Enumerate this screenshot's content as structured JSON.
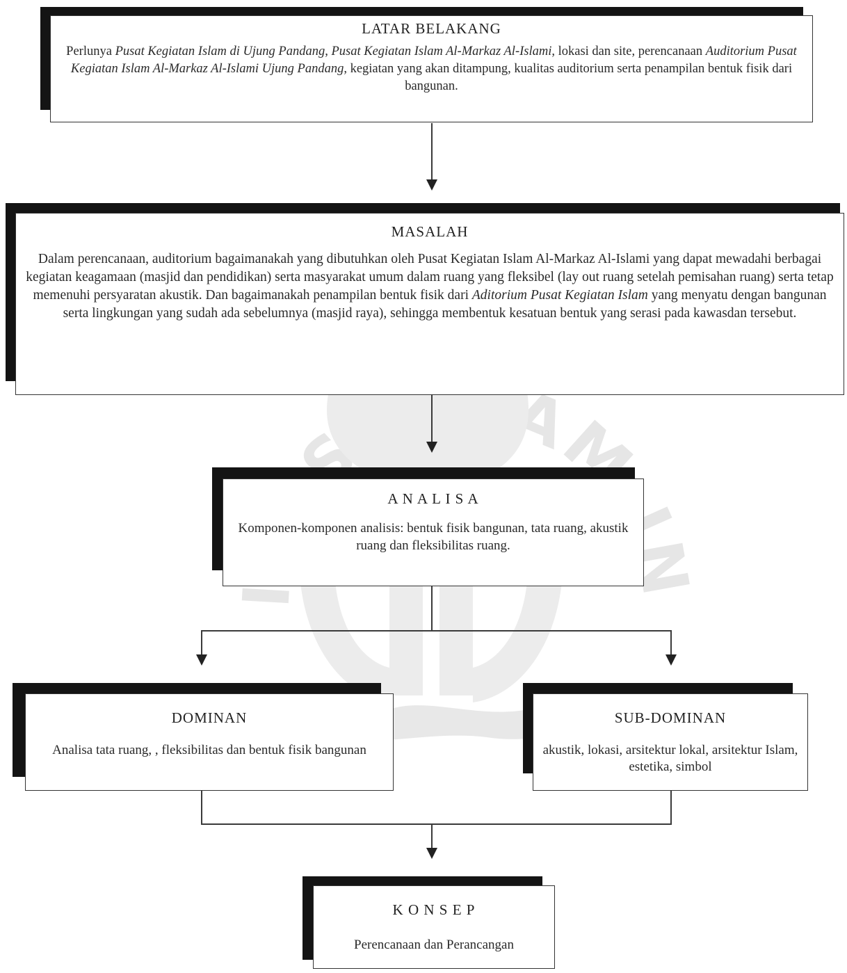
{
  "latar_belakang": {
    "title": "LATAR BELAKANG",
    "text_a": "Perlunya ",
    "text_b": "Pusat Kegiatan Islam di Ujung Pandang",
    "text_c": ", ",
    "text_d": "Pusat Kegiatan Islam Al-Markaz Al-Islami",
    "text_e": ", lokasi dan site, perencanaan ",
    "text_f": "Auditorium Pusat Kegiatan Islam Al-Markaz Al-Islami Ujung Pandang",
    "text_g": ", kegiatan yang akan ditampung, kualitas auditorium serta penampilan bentuk fisik dari bangunan."
  },
  "masalah": {
    "title": "MASALAH",
    "text_a": "Dalam perencanaan, auditorium bagaimanakah yang dibutuhkan oleh Pusat Kegiatan Islam Al-Markaz Al-Islami yang dapat mewadahi berbagai kegiatan keagamaan (masjid dan pendidikan) serta masyarakat umum dalam ruang yang fleksibel (lay out ruang setelah pemisahan ruang) serta tetap memenuhi persyaratan akustik. Dan bagaimanakah penampilan bentuk fisik dari ",
    "text_b": "Aditorium Pusat Kegiatan Islam",
    "text_c": " yang menyatu dengan bangunan serta lingkungan yang sudah ada sebelumnya (masjid raya), sehingga membentuk kesatuan bentuk yang serasi pada kawasdan tersebut."
  },
  "analisa": {
    "title": "A N A L I S A",
    "text": "Komponen-komponen analisis: bentuk fisik bangunan, tata ruang, akustik ruang dan fleksibilitas ruang."
  },
  "dominan": {
    "title": "DOMINAN",
    "text": "Analisa tata ruang, , fleksibilitas dan bentuk fisik bangunan"
  },
  "sub_dominan": {
    "title": "SUB-DOMINAN",
    "text": "akustik, lokasi, arsitektur lokal, arsitektur Islam, estetika, simbol"
  },
  "konsep": {
    "title": "K O N S E P",
    "text": "Perencanaan dan Perancangan"
  },
  "watermark": {
    "arc_text": "UNIVERSITAS ISLAM INDONESIA"
  },
  "colors": {
    "shadow": "#141414",
    "line": "#3a3a3a",
    "watermark": "#e4e4e4"
  }
}
